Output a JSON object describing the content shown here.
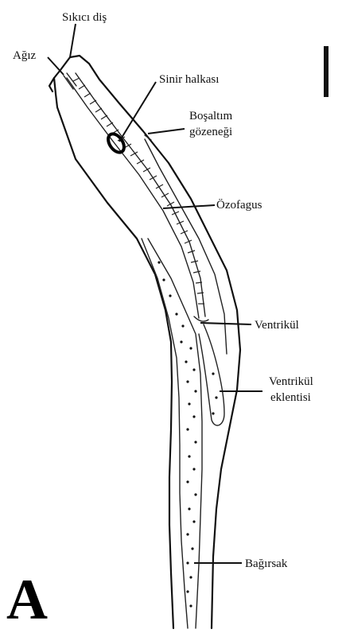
{
  "panel_letter": "A",
  "labels": {
    "sikici_dis": "Sıkıcı diş",
    "agiz": "Ağız",
    "sinir_halkasi": "Sinir halkası",
    "bosaltim_line1": "Boşaltım",
    "bosaltim_line2": "gözeneği",
    "ozofagus": "Özofagus",
    "ventrikul": "Ventrikül",
    "ventrikul_eklentisi_line1": "Ventrikül",
    "ventrikul_eklentisi_line2": "eklentisi",
    "bagirsak": "Bağırsak"
  },
  "colors": {
    "ink": "#111111",
    "background": "#ffffff"
  }
}
